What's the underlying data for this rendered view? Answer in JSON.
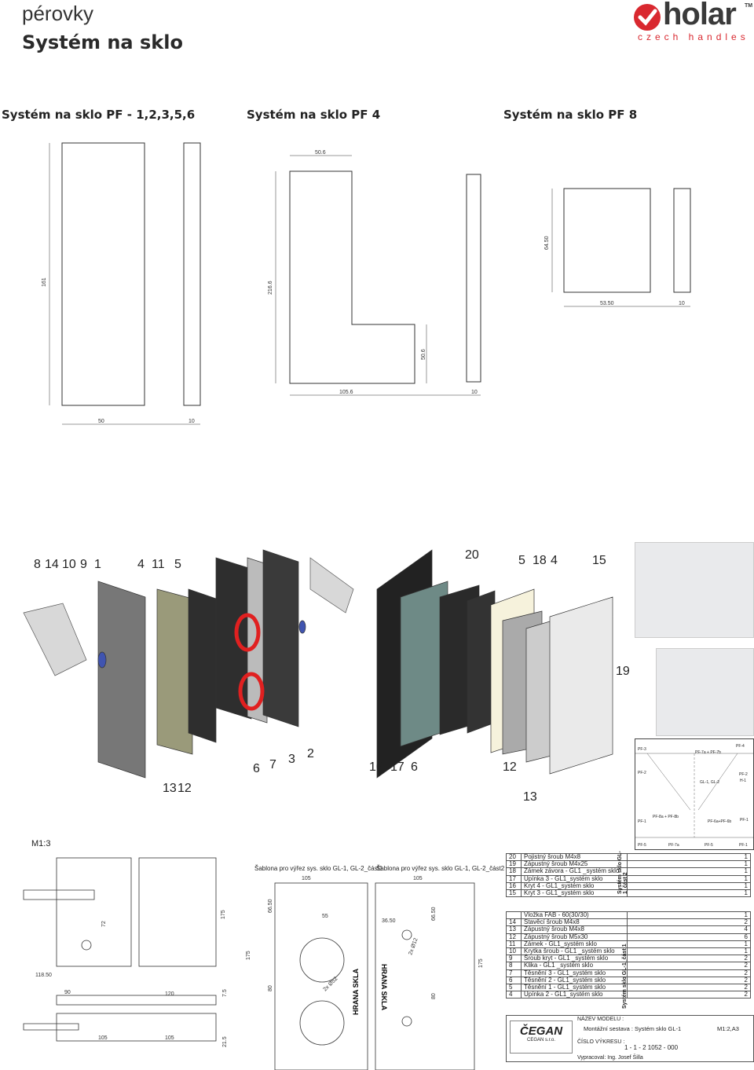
{
  "header": {
    "category": "pérovky",
    "title": "Systém na sklo",
    "logo_text": "holar",
    "logo_tagline": "czech handles",
    "logo_tm": "TM"
  },
  "sections": [
    {
      "title": "Systém na sklo PF - 1,2,3,5,6",
      "dims": [
        "161",
        "50",
        "10"
      ]
    },
    {
      "title": "Systém na sklo PF 4",
      "dims": [
        "50.6",
        "216.6",
        "50.6",
        "105.6",
        "10"
      ]
    },
    {
      "title": "Systém na sklo PF 8",
      "dims": [
        "64.50",
        "53.50",
        "10"
      ]
    }
  ],
  "exploded_left_labels": [
    "8",
    "14",
    "10",
    "9",
    "1",
    "4",
    "11",
    "5",
    "13",
    "12",
    "6",
    "7",
    "3",
    "2"
  ],
  "exploded_right_labels": [
    "20",
    "5",
    "18",
    "4",
    "15",
    "19",
    "16",
    "17",
    "6",
    "12",
    "13"
  ],
  "layout_plan_labels": [
    "PF-3",
    "PF-7a + PF-7b",
    "PF-4",
    "PF-2",
    "GL-1, GL-2",
    "PF-2",
    "H-1",
    "PF-8a + PF-8b",
    "PF-6a+PF-6b",
    "PF-1",
    "PF-1",
    "PF-5",
    "PF-7a",
    "PF-5",
    "PF-1"
  ],
  "drawing": {
    "scale": "M1:3",
    "dims_left": [
      "72",
      "175",
      "118.50",
      "90",
      "120",
      "7.5",
      "105",
      "105",
      "21.5"
    ],
    "template1_title": "Šablona pro výřez sys. sklo GL-1, GL-2_část1",
    "template1_dims": [
      "105",
      "66.50",
      "55",
      "175",
      "80",
      "2x Ø52"
    ],
    "template1_edge": "HRANA SKLA",
    "template2_title": "Šablona pro výřez sys. sklo GL-1, GL-2_část2",
    "template2_dims": [
      "105",
      "66.50",
      "36.50",
      "175",
      "80",
      "2x Ø12"
    ],
    "template2_edge": "HRANA SKLA"
  },
  "bom_part2": {
    "side_label": "Systém sklo GL-1_část 2",
    "rows": [
      [
        "20",
        "Pojistný šroub M4x8",
        "1"
      ],
      [
        "19",
        "Zápustný šroub M4x25",
        "1"
      ],
      [
        "18",
        "Zámek závora - GL1 _systém sklo",
        "1"
      ],
      [
        "17",
        "Upínka 3 - GL1_systém sklo",
        "1"
      ],
      [
        "16",
        "Kryt 4 - GL1_systém sklo",
        "1"
      ],
      [
        "15",
        "Kryt 3 - GL1_systém sklo",
        "1"
      ]
    ]
  },
  "bom_part1": {
    "side_label": "Systém sklo GL-1_část 1",
    "rows": [
      [
        "",
        "Vložka FAB - 60(30/30)",
        "1"
      ],
      [
        "14",
        "Stavěcí šroub M4x8",
        "2"
      ],
      [
        "13",
        "Zápustný šroub M4x8",
        "4"
      ],
      [
        "12",
        "Zápustný šroub M5x30",
        "6"
      ],
      [
        "11",
        "Zámek - GL1_systém sklo",
        "1"
      ],
      [
        "10",
        "Krytka šroub - GL1 _systém sklo",
        "1"
      ],
      [
        "9",
        "Šroub kryt - GL1 _systém sklo",
        "2"
      ],
      [
        "8",
        "Klika - GL1 _systém sklo",
        "2"
      ],
      [
        "7",
        "Těsnění 3 - GL1_systém sklo",
        "2"
      ],
      [
        "6",
        "Těsnění 2 - GL1_systém sklo",
        "2"
      ],
      [
        "5",
        "Těsnění 1 - GL1_systém sklo",
        "2"
      ],
      [
        "4",
        "Upínka 2 - GL1_systém sklo",
        "2"
      ]
    ]
  },
  "titleblock": {
    "model_label": "NÁZEV MODELU :",
    "model_value": "Montážní sestava : Systém sklo GL-1",
    "scale_value": "M1:2,A3",
    "drawing_no_label": "ČÍSLO VÝKRESU :",
    "drawing_no_value": "1 - 1 - 2 1052 - 000",
    "company": "ČEGAN",
    "company_suffix": "CEGAN s.r.o.",
    "author": "Vypracoval: Ing. Josef Šilla"
  },
  "colors": {
    "accent_red": "#d9282f",
    "logo_dark": "#3a3a3a"
  }
}
